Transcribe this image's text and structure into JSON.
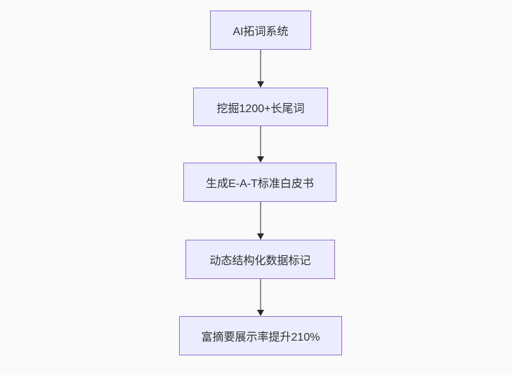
{
  "diagram": {
    "type": "flowchart-top-down",
    "nodes": [
      {
        "id": "ai-word-expansion",
        "label": "AI拓词系统"
      },
      {
        "id": "longtail-mining",
        "label": "挖掘1200+长尾词"
      },
      {
        "id": "eat-whitepaper",
        "label": "生成E-A-T标准白皮书"
      },
      {
        "id": "structured-data",
        "label": "动态结构化数据标记"
      },
      {
        "id": "rich-snippet",
        "label": "富摘要展示率提升210%"
      }
    ],
    "edges": [
      {
        "from": "ai-word-expansion",
        "to": "longtail-mining"
      },
      {
        "from": "longtail-mining",
        "to": "eat-whitepaper"
      },
      {
        "from": "eat-whitepaper",
        "to": "structured-data"
      },
      {
        "from": "structured-data",
        "to": "rich-snippet"
      }
    ],
    "colors": {
      "background": "#fafafa",
      "node_fill": "#ececff",
      "node_border": "#9370db",
      "node_text": "#333333",
      "edge_line": "#919191",
      "edge_arrowhead": "#2b2b2b"
    }
  }
}
